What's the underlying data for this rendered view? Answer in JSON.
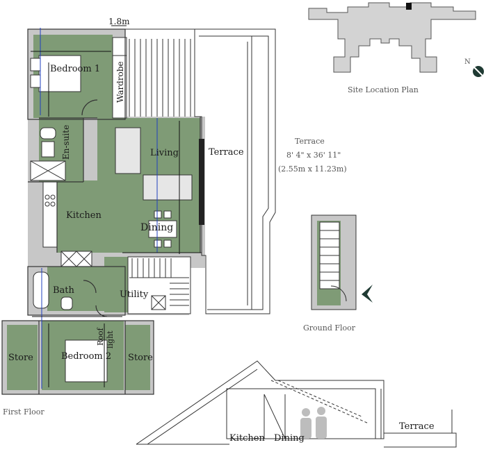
{
  "dimension_top": "1.8m",
  "rooms": {
    "bedroom1": "Bedroom 1",
    "wardrobe": "Wardrobe",
    "ensuite": "En-suite",
    "living": "Living",
    "terrace": "Terrace",
    "kitchen": "Kitchen",
    "dining": "Dining",
    "bath": "Bath",
    "utility": "Utility",
    "roof": "Roof",
    "light": "light",
    "store_left": "Store",
    "bedroom2": "Bedroom 2",
    "store_right": "Store"
  },
  "terrace_info": {
    "title": "Terrace",
    "imperial": "8' 4\" x 36' 11\"",
    "metric": "(2.55m x 11.23m)"
  },
  "site_plan_label": "Site Location Plan",
  "ground_floor_label": "Ground Floor",
  "first_floor_label": "First Floor",
  "section": {
    "kitchen": "Kitchen",
    "dining": "Dining",
    "terrace": "Terrace"
  },
  "north_label": "N",
  "colors": {
    "room_fill": "#7f9b76",
    "wall": "#c7c7c7",
    "line": "#333333",
    "arrow": "#1f3a33"
  }
}
